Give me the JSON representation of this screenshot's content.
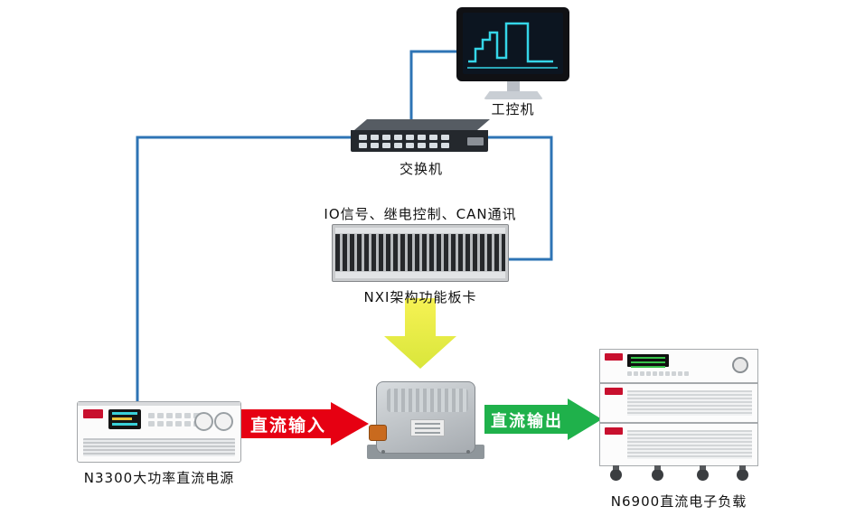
{
  "diagram": {
    "nodes": {
      "ipc": {
        "label": "工控机"
      },
      "switch": {
        "label": "交换机"
      },
      "nxi": {
        "label": "NXI架构功能板卡",
        "caption": "IO信号、继电控制、CAN通讯"
      },
      "psu": {
        "label": "N3300大功率直流电源"
      },
      "load": {
        "label": "N6900直流电子负载"
      }
    },
    "arrows": {
      "dc_input": {
        "label": "直流输入",
        "color": "#e60012"
      },
      "dc_output": {
        "label": "直流输出",
        "color": "#1fb14b"
      },
      "control_down": {
        "color": "#f0ec3b"
      }
    },
    "connector_color": "#2e74b5"
  }
}
